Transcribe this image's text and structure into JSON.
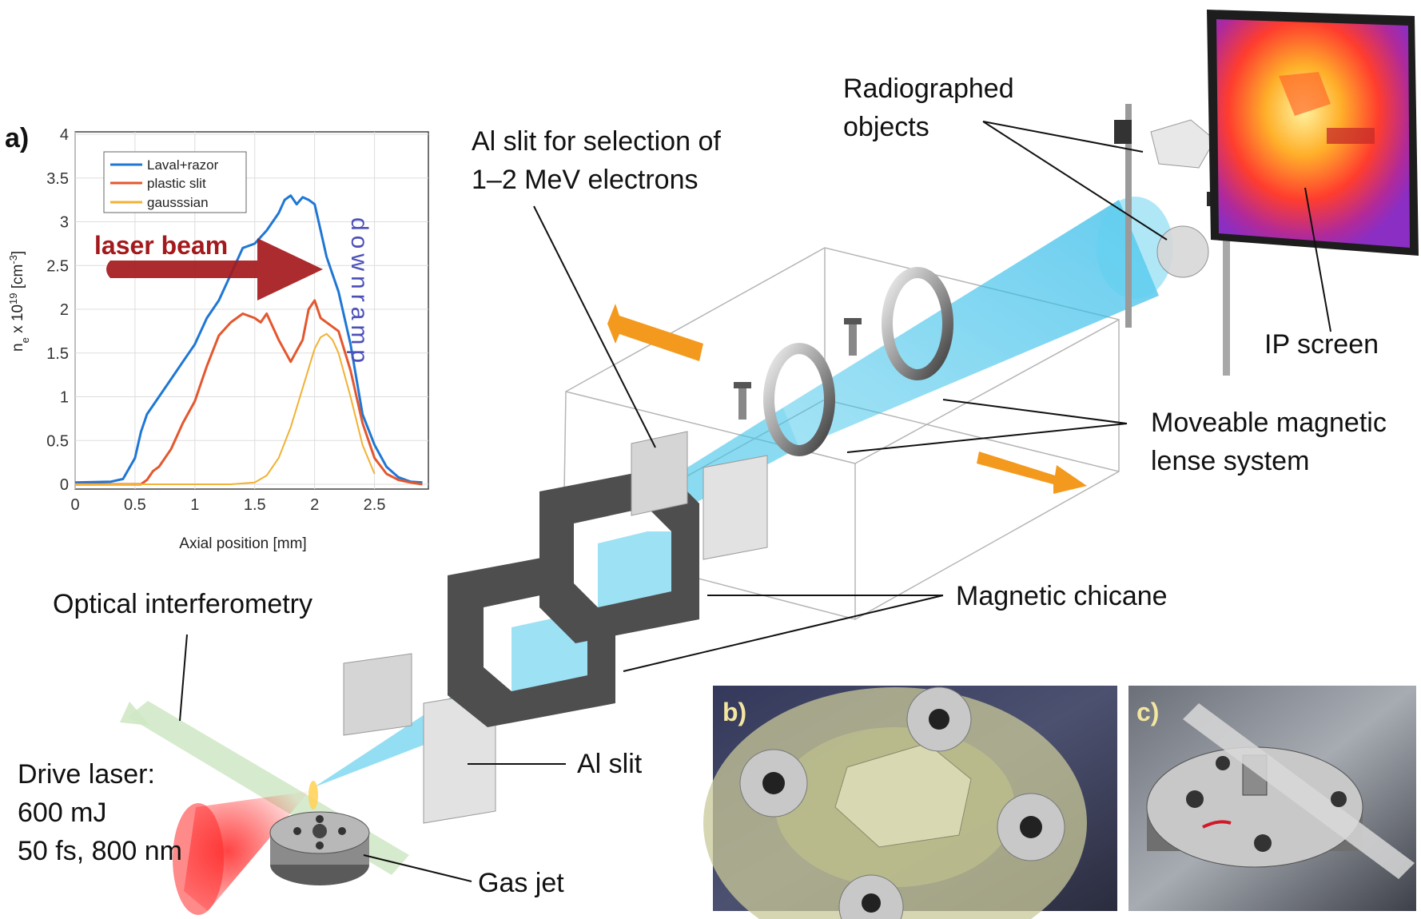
{
  "panel_a": {
    "letter": "a)",
    "laser_arrow_text": "laser beam",
    "downramp_text": "downramp",
    "chart_data": {
      "type": "line",
      "xlabel": "Axial position [mm]",
      "ylabel": "n",
      "ylabel_sub": "e",
      "ylabel_mid": " x 10",
      "ylabel_sup": "19",
      "ylabel_unit": " [cm",
      "ylabel_unit_sup": "-3",
      "ylabel_close": "]",
      "xlim": [
        0,
        2.95
      ],
      "ylim": [
        0,
        4
      ],
      "xticks": [
        "0",
        "0.5",
        "1",
        "1.5",
        "2",
        "2.5"
      ],
      "yticks": [
        "0",
        "0.5",
        "1",
        "1.5",
        "2",
        "2.5",
        "3",
        "3.5",
        "4"
      ],
      "grid": true,
      "legend": "top-left",
      "series": [
        {
          "name": "Laval+razor",
          "color": "#1f77d4",
          "x": [
            0,
            0.3,
            0.4,
            0.5,
            0.55,
            0.6,
            0.7,
            0.8,
            0.9,
            1.0,
            1.1,
            1.2,
            1.3,
            1.4,
            1.5,
            1.6,
            1.7,
            1.75,
            1.8,
            1.85,
            1.9,
            1.95,
            2.0,
            2.05,
            2.1,
            2.2,
            2.3,
            2.35,
            2.4,
            2.5,
            2.6,
            2.7,
            2.8,
            2.9
          ],
          "y": [
            0.02,
            0.03,
            0.06,
            0.3,
            0.6,
            0.8,
            1.0,
            1.2,
            1.4,
            1.6,
            1.9,
            2.1,
            2.4,
            2.7,
            2.75,
            2.9,
            3.1,
            3.25,
            3.3,
            3.2,
            3.28,
            3.25,
            3.2,
            2.9,
            2.6,
            2.2,
            1.6,
            1.2,
            0.8,
            0.45,
            0.2,
            0.08,
            0.03,
            0.02
          ]
        },
        {
          "name": "plastic slit",
          "color": "#e4572e",
          "x": [
            0,
            0.55,
            0.6,
            0.65,
            0.7,
            0.8,
            0.9,
            1.0,
            1.1,
            1.2,
            1.3,
            1.4,
            1.5,
            1.55,
            1.6,
            1.7,
            1.8,
            1.9,
            1.95,
            2.0,
            2.05,
            2.1,
            2.15,
            2.2,
            2.3,
            2.4,
            2.5,
            2.6,
            2.7,
            2.8,
            2.9
          ],
          "y": [
            0.0,
            0.0,
            0.05,
            0.15,
            0.2,
            0.4,
            0.7,
            0.95,
            1.35,
            1.7,
            1.85,
            1.95,
            1.9,
            1.85,
            1.95,
            1.65,
            1.4,
            1.65,
            2.0,
            2.1,
            1.9,
            1.85,
            1.8,
            1.75,
            1.3,
            0.7,
            0.3,
            0.12,
            0.05,
            0.02,
            0.0
          ]
        },
        {
          "name": "gausssian",
          "color": "#f2b134",
          "x": [
            0,
            1.3,
            1.5,
            1.6,
            1.7,
            1.8,
            1.9,
            2.0,
            2.05,
            2.1,
            2.15,
            2.2,
            2.3,
            2.4,
            2.5
          ],
          "y": [
            0.0,
            0.0,
            0.02,
            0.1,
            0.3,
            0.65,
            1.1,
            1.55,
            1.68,
            1.72,
            1.65,
            1.5,
            1.0,
            0.45,
            0.12
          ]
        }
      ]
    }
  },
  "labels": {
    "al_slit_selection": [
      "Al slit for selection of",
      "1–2 MeV electrons"
    ],
    "radiographed_objects": [
      "Radiographed",
      "objects"
    ],
    "ip_screen": "IP screen",
    "moveable_lens": [
      "Moveable magnetic",
      "lense system"
    ],
    "magnetic_chicane": "Magnetic chicane",
    "optical_interferometry": "Optical interferometry",
    "drive_laser": [
      "Drive laser:",
      "600 mJ",
      "50 fs, 800 nm"
    ],
    "al_slit": "Al slit",
    "gas_jet": "Gas jet"
  },
  "photos": {
    "b_letter": "b)",
    "c_letter": "c)"
  },
  "colors": {
    "beam": "#3cc3ea",
    "orange_arrow": "#f39a1e",
    "laser_red": "#e8262b",
    "interferometry_green": "#cfe8c4",
    "magnet_grey": "#5b5b5b"
  }
}
